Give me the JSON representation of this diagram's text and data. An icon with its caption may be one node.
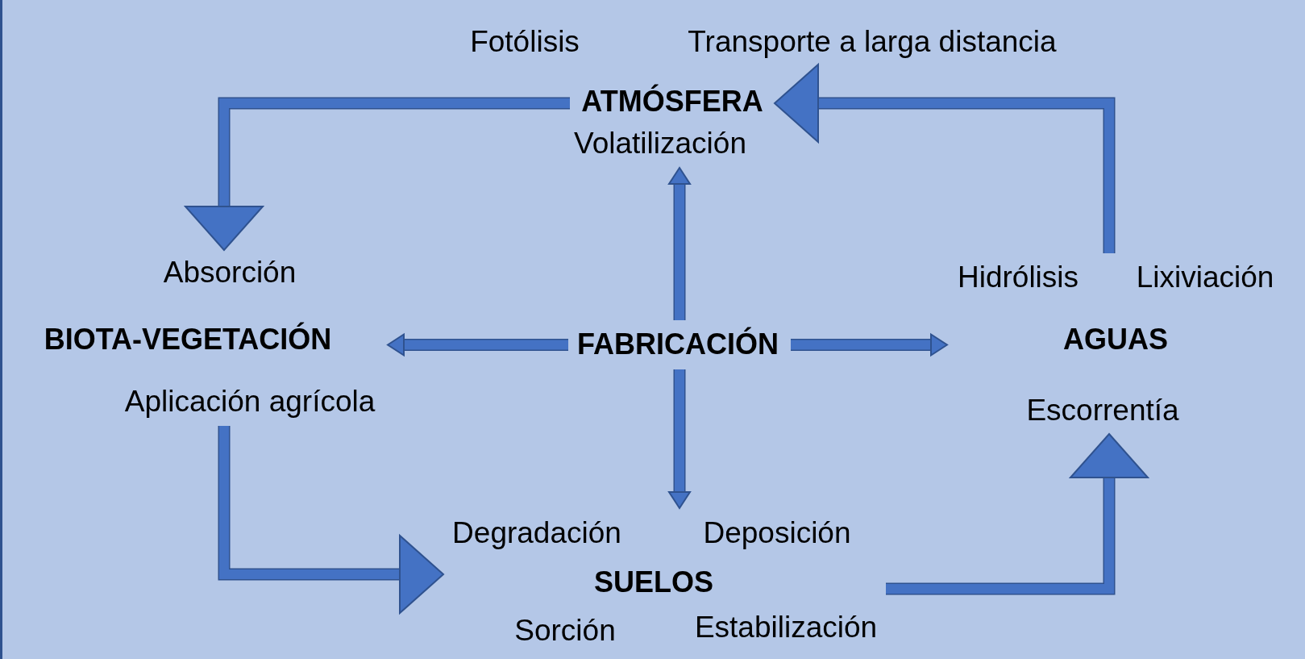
{
  "diagram": {
    "nodes": [
      {
        "text": [
          "ATMÓSFERA",
          "Volatilización"
        ],
        "beside": [
          "Fotólisis",
          "Transporte a larga distancia"
        ]
      },
      {
        "text": [
          "Absorción",
          "BIOTA-VEGETACIÓN",
          "Aplicación agrícola"
        ]
      },
      {
        "text": [
          "FABRICACIÓN"
        ]
      },
      {
        "text": [
          "Hidrólisis",
          "Lixiviación",
          "AGUAS",
          "Escorrentía"
        ]
      },
      {
        "text": [
          "Degradación",
          "Deposición",
          "SUELOS",
          "Sorción",
          "Estabilización"
        ]
      }
    ],
    "edges": [
      {
        "from": 2,
        "to": 0,
        "arrow": "to"
      },
      {
        "from": 2,
        "to": 1,
        "arrow": "to"
      },
      {
        "from": 2,
        "to": 3,
        "arrow": "to"
      },
      {
        "from": 2,
        "to": 4,
        "arrow": "to"
      },
      {
        "from": 0,
        "to": 1,
        "arrow": "to"
      },
      {
        "from": 1,
        "to": 4,
        "arrow": "to"
      },
      {
        "from": 4,
        "to": 3,
        "arrow": "to"
      },
      {
        "from": 3,
        "to": 0,
        "arrow": "to"
      }
    ]
  }
}
